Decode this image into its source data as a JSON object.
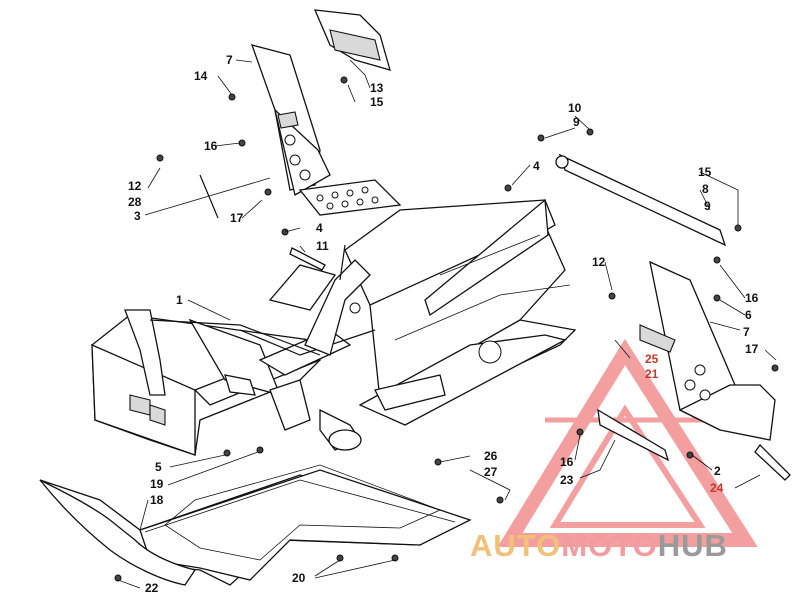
{
  "callouts": [
    {
      "id": "c7a",
      "label": "7"
    },
    {
      "id": "c14",
      "label": "14"
    },
    {
      "id": "c13",
      "label": "13"
    },
    {
      "id": "c15a",
      "label": "15"
    },
    {
      "id": "c16a",
      "label": "16"
    },
    {
      "id": "c12a",
      "label": "12"
    },
    {
      "id": "c28",
      "label": "28"
    },
    {
      "id": "c3",
      "label": "3"
    },
    {
      "id": "c17a",
      "label": "17"
    },
    {
      "id": "c4a",
      "label": "4"
    },
    {
      "id": "c11",
      "label": "11"
    },
    {
      "id": "c1",
      "label": "1"
    },
    {
      "id": "c10",
      "label": "10"
    },
    {
      "id": "c9a",
      "label": "9"
    },
    {
      "id": "c4b",
      "label": "4"
    },
    {
      "id": "c15b",
      "label": "15"
    },
    {
      "id": "c8",
      "label": "8"
    },
    {
      "id": "c9b",
      "label": "9"
    },
    {
      "id": "c12b",
      "label": "12"
    },
    {
      "id": "c16b",
      "label": "16"
    },
    {
      "id": "c6",
      "label": "6"
    },
    {
      "id": "c7b",
      "label": "7"
    },
    {
      "id": "c17b",
      "label": "17"
    },
    {
      "id": "c25",
      "label": "25"
    },
    {
      "id": "c21",
      "label": "21"
    },
    {
      "id": "c5",
      "label": "5"
    },
    {
      "id": "c19",
      "label": "19"
    },
    {
      "id": "c18",
      "label": "18"
    },
    {
      "id": "c26",
      "label": "26"
    },
    {
      "id": "c27",
      "label": "27"
    },
    {
      "id": "c16c",
      "label": "16"
    },
    {
      "id": "c23",
      "label": "23"
    },
    {
      "id": "c2",
      "label": "2"
    },
    {
      "id": "c24",
      "label": "24"
    },
    {
      "id": "c20",
      "label": "20"
    },
    {
      "id": "c22",
      "label": "22"
    }
  ],
  "watermark": {
    "text_a": "AUTO",
    "text_b": "MOTO",
    "text_c": "HUB",
    "color_a": "#f3c07a",
    "color_b": "#f39ca0",
    "color_c": "#9a9a9a",
    "triangle_color": "#f08080"
  }
}
